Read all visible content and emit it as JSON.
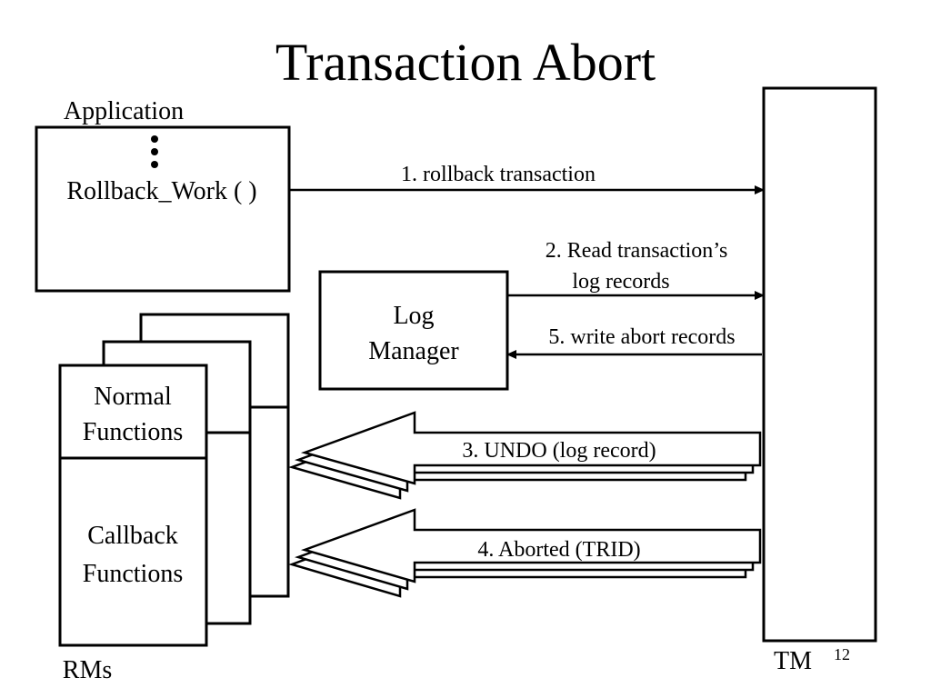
{
  "slide": {
    "title": "Transaction Abort",
    "page_number": "12"
  },
  "application": {
    "label": "Application",
    "call": "Rollback_Work ( )"
  },
  "log_manager": {
    "line1": "Log",
    "line2": "Manager"
  },
  "rms": {
    "label": "RMs",
    "normal_line1": "Normal",
    "normal_line2": "Functions",
    "callback_line1": "Callback",
    "callback_line2": "Functions"
  },
  "tm": {
    "label": "TM"
  },
  "steps": {
    "step1": "1. rollback transaction",
    "step2_line1": "2. Read transaction’s",
    "step2_line2": "log records",
    "step3": "3. UNDO (log record)",
    "step4": "4. Aborted (TRID)",
    "step5": "5. write abort records"
  }
}
